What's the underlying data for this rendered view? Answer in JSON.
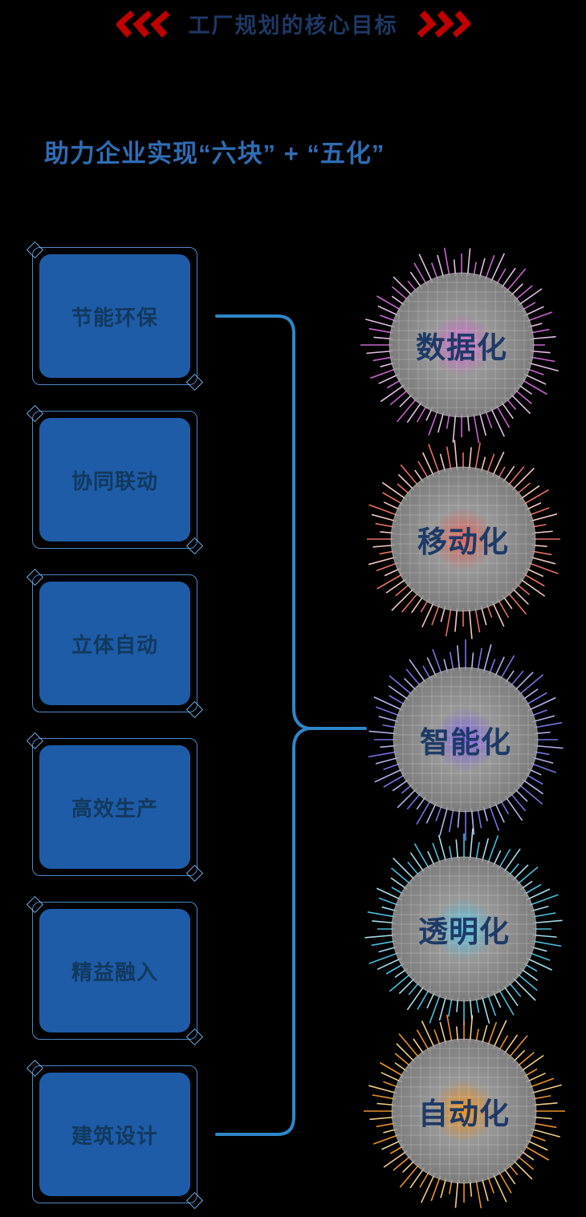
{
  "header": {
    "title": "工厂规划的核心目标",
    "chevron_color": "#C00000"
  },
  "subtitle": "助力企业实现“六块” + “五化”",
  "left_blocks": [
    {
      "label": "节能环保"
    },
    {
      "label": "协同联动"
    },
    {
      "label": "立体自动"
    },
    {
      "label": "高效生产"
    },
    {
      "label": "精益融入"
    },
    {
      "label": "建筑设计"
    }
  ],
  "right_items": [
    {
      "label": "数据化",
      "color": "#d36ad9",
      "color2": "#f0c6f2",
      "glow": "#e070da"
    },
    {
      "label": "移动化",
      "color": "#f2766b",
      "color2": "#ffd2ca",
      "glow": "#f06a5f"
    },
    {
      "label": "智能化",
      "color": "#7a7af0",
      "color2": "#bdbdfc",
      "glow": "#8a6af0"
    },
    {
      "label": "透明化",
      "color": "#4fc8e8",
      "color2": "#b0eaf8",
      "glow": "#5fd0f0"
    },
    {
      "label": "自动化",
      "color": "#f59a2e",
      "color2": "#ffd98e",
      "glow": "#ff9a20"
    }
  ],
  "colors": {
    "background": "#000000",
    "title_text": "#1F3864",
    "subtitle_text": "#2E6DB4",
    "block_fill": "#1E5CA8",
    "block_text": "#12395E",
    "line_blue": "#2E86C8"
  }
}
